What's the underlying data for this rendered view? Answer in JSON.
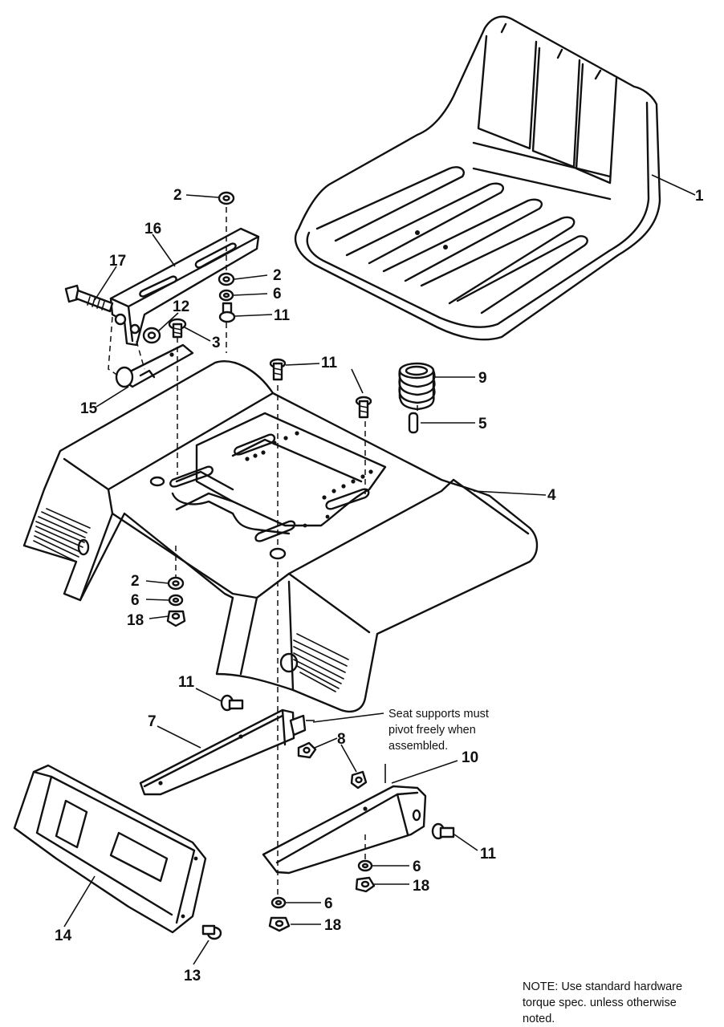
{
  "callouts": {
    "seat": "1",
    "washer_a": "2",
    "washer_b": "2",
    "washer_c": "2",
    "bolt_3": "3",
    "fender": "4",
    "pin": "5",
    "lockwasher_a": "6",
    "lockwasher_b": "6",
    "lockwasher_c": "6",
    "lockwasher_d": "6",
    "seat_support_left": "7",
    "nut_8": "8",
    "spring": "9",
    "seat_support_right": "10",
    "bolt_11_a": "11",
    "bolt_11_b": "11",
    "bolt_11_c": "11",
    "bolt_11_d": "11",
    "nut_12": "12",
    "bolt_13": "13",
    "rear_panel": "14",
    "hinge": "15",
    "seat_bracket": "16",
    "bolt_17": "17",
    "nut_18_a": "18",
    "nut_18_b": "18",
    "nut_18_c": "18"
  },
  "pivot_note": {
    "line1": "Seat supports must",
    "line2": "pivot freely when",
    "line3": "assembled."
  },
  "footer_note": {
    "line1": "NOTE: Use standard hardware",
    "line2": "torque spec. unless otherwise",
    "line3": "noted."
  }
}
